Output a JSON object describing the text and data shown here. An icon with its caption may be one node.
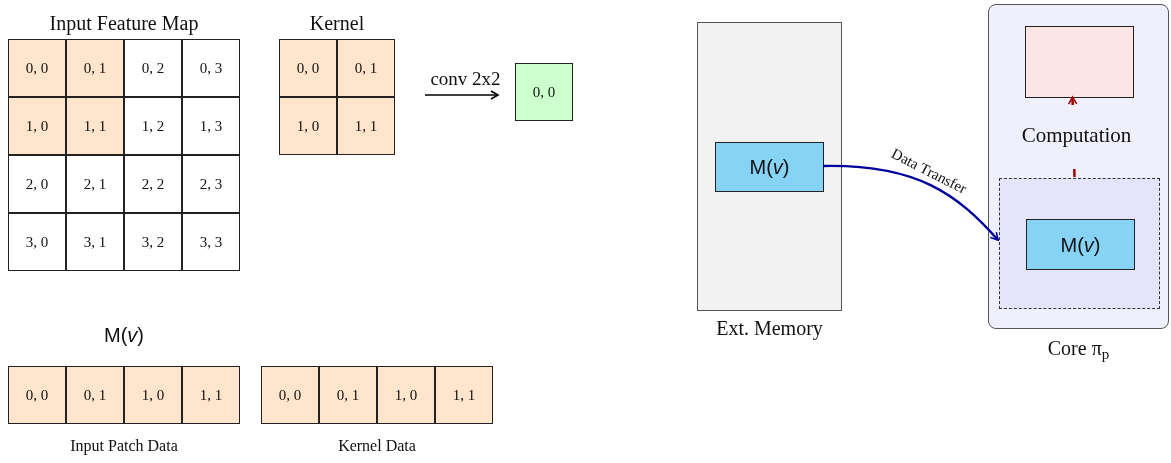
{
  "diagram": {
    "nodes": [
      {
        "text": [
          "Input Feature Map"
        ]
      },
      {
        "text": [
          "0, 0"
        ],
        "in": 0
      },
      {
        "text": [
          "0, 1"
        ],
        "in": 0
      },
      {
        "text": [
          "0, 2"
        ],
        "in": 0
      },
      {
        "text": [
          "0, 3"
        ],
        "in": 0
      },
      {
        "text": [
          "1, 0"
        ],
        "in": 0
      },
      {
        "text": [
          "1, 1"
        ],
        "in": 0
      },
      {
        "text": [
          "1, 2"
        ],
        "in": 0
      },
      {
        "text": [
          "1, 3"
        ],
        "in": 0
      },
      {
        "text": [
          "2, 0"
        ],
        "in": 0
      },
      {
        "text": [
          "2, 1"
        ],
        "in": 0
      },
      {
        "text": [
          "2, 2"
        ],
        "in": 0
      },
      {
        "text": [
          "2, 3"
        ],
        "in": 0
      },
      {
        "text": [
          "3, 0"
        ],
        "in": 0
      },
      {
        "text": [
          "3, 1"
        ],
        "in": 0
      },
      {
        "text": [
          "3, 2"
        ],
        "in": 0
      },
      {
        "text": [
          "3, 3"
        ],
        "in": 0
      },
      {
        "text": [
          "Kernel"
        ]
      },
      {
        "text": [
          "0, 0"
        ],
        "in": 17
      },
      {
        "text": [
          "0, 1"
        ],
        "in": 17
      },
      {
        "text": [
          "1, 0"
        ],
        "in": 17
      },
      {
        "text": [
          "1, 1"
        ],
        "in": 17
      },
      {
        "text": [
          "0, 0"
        ]
      },
      {
        "text": [
          "M(*v*)",
          "Input Patch Data"
        ]
      },
      {
        "text": [
          "0, 0"
        ],
        "in": 23
      },
      {
        "text": [
          "0, 1"
        ],
        "in": 23
      },
      {
        "text": [
          "1, 0"
        ],
        "in": 23
      },
      {
        "text": [
          "1, 1"
        ],
        "in": 23
      },
      {
        "text": [
          "Kernel Data"
        ]
      },
      {
        "text": [
          "0, 0"
        ],
        "in": 28
      },
      {
        "text": [
          "0, 1"
        ],
        "in": 28
      },
      {
        "text": [
          "1, 0"
        ],
        "in": 28
      },
      {
        "text": [
          "1, 1"
        ],
        "in": 28
      },
      {
        "text": [
          "Ext. Memory"
        ]
      },
      {
        "text": [
          "M(*v*)"
        ],
        "in": 33
      },
      {
        "text": [
          "Core π$_{p}$"
        ]
      },
      {
        "text": [],
        "shape": "box",
        "in": 35
      },
      {
        "text": [],
        "shape": "box",
        "in": 35
      },
      {
        "text": [
          "M(*v*)"
        ],
        "in": 37
      }
    ],
    "edges": [
      {
        "from": null,
        "to": 22,
        "arrow": "to",
        "label": "conv 2x2"
      },
      {
        "from": 34,
        "to": 37,
        "arrow": "to",
        "label": "Data Transfer",
        "color": "#00009a"
      },
      {
        "from": 37,
        "to": 36,
        "arrow": "to",
        "label": "Computation",
        "style": "dashed",
        "color": "#a00000"
      }
    ]
  }
}
